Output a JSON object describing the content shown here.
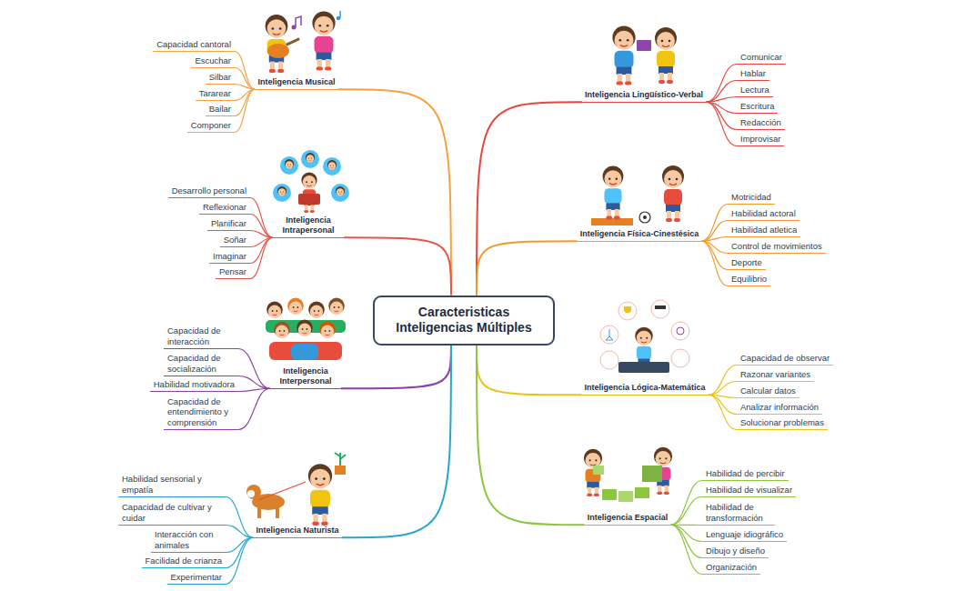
{
  "diagram": {
    "nodes": [
      {
        "text": [
          "Caracteristicas Inteligencias Múltiples"
        ]
      },
      {
        "text": [
          "Inteligencia Musical"
        ]
      },
      {
        "text": [
          "Capacidad cantoral"
        ]
      },
      {
        "text": [
          "Escuchar"
        ]
      },
      {
        "text": [
          "Silbar"
        ]
      },
      {
        "text": [
          "Tararear"
        ]
      },
      {
        "text": [
          "Bailar"
        ]
      },
      {
        "text": [
          "Componer"
        ]
      },
      {
        "text": [
          "Inteligencia Intrapersonal"
        ]
      },
      {
        "text": [
          "Desarrollo personal"
        ]
      },
      {
        "text": [
          "Reflexionar"
        ]
      },
      {
        "text": [
          "Planificar"
        ]
      },
      {
        "text": [
          "Soñar"
        ]
      },
      {
        "text": [
          "Imaginar"
        ]
      },
      {
        "text": [
          "Pensar"
        ]
      },
      {
        "text": [
          "Inteligencia Interpersonal"
        ]
      },
      {
        "text": [
          "Capacidad de interacción"
        ]
      },
      {
        "text": [
          "Capacidad de socialización"
        ]
      },
      {
        "text": [
          "Habilidad motivadora"
        ]
      },
      {
        "text": [
          "Capacidad de entendimiento y comprensión"
        ]
      },
      {
        "text": [
          "Inteligencia Naturista"
        ]
      },
      {
        "text": [
          "Habilidad sensorial y empatía"
        ]
      },
      {
        "text": [
          "Capacidad de cultivar y cuidar"
        ]
      },
      {
        "text": [
          "Interacción con animales"
        ]
      },
      {
        "text": [
          "Facilidad de crianza"
        ]
      },
      {
        "text": [
          "Experimentar"
        ]
      },
      {
        "text": [
          "Inteligencia Lingüístico-Verbal"
        ]
      },
      {
        "text": [
          "Comunicar"
        ]
      },
      {
        "text": [
          "Hablar"
        ]
      },
      {
        "text": [
          "Lectura"
        ]
      },
      {
        "text": [
          "Escritura"
        ]
      },
      {
        "text": [
          "Redacción"
        ]
      },
      {
        "text": [
          "Improvisar"
        ]
      },
      {
        "text": [
          "Inteligencia Física-Cinestésica"
        ]
      },
      {
        "text": [
          "Motricidad"
        ]
      },
      {
        "text": [
          "Habilidad actoral"
        ]
      },
      {
        "text": [
          "Habilidad atletica"
        ]
      },
      {
        "text": [
          "Control de movimientos"
        ]
      },
      {
        "text": [
          "Deporte"
        ]
      },
      {
        "text": [
          "Equilibrio"
        ]
      },
      {
        "text": [
          "Inteligencia Lógica-Matemática"
        ]
      },
      {
        "text": [
          "Capacidad de observar"
        ]
      },
      {
        "text": [
          "Razonar variantes"
        ]
      },
      {
        "text": [
          "Calcular datos"
        ]
      },
      {
        "text": [
          "Analizar información"
        ]
      },
      {
        "text": [
          "Solucionar problemas"
        ]
      },
      {
        "text": [
          "Inteligencia Espacial"
        ]
      },
      {
        "text": [
          "Habilidad de percibir"
        ]
      },
      {
        "text": [
          "Habilidad de visualizar"
        ]
      },
      {
        "text": [
          "Habilidad de transformación"
        ]
      },
      {
        "text": [
          "Lenguaje idiográfico"
        ]
      },
      {
        "text": [
          "Dibujo y diseño"
        ]
      },
      {
        "text": [
          "Organización"
        ]
      }
    ],
    "edges": [
      {
        "from": 0,
        "to": 1,
        "arrow": "none"
      },
      {
        "from": 0,
        "to": 8,
        "arrow": "none"
      },
      {
        "from": 0,
        "to": 15,
        "arrow": "none"
      },
      {
        "from": 0,
        "to": 20,
        "arrow": "none"
      },
      {
        "from": 0,
        "to": 26,
        "arrow": "none"
      },
      {
        "from": 0,
        "to": 33,
        "arrow": "none"
      },
      {
        "from": 0,
        "to": 40,
        "arrow": "none"
      },
      {
        "from": 0,
        "to": 46,
        "arrow": "none"
      },
      {
        "from": 1,
        "to": 2,
        "arrow": "none"
      },
      {
        "from": 1,
        "to": 3,
        "arrow": "none"
      },
      {
        "from": 1,
        "to": 4,
        "arrow": "none"
      },
      {
        "from": 1,
        "to": 5,
        "arrow": "none"
      },
      {
        "from": 1,
        "to": 6,
        "arrow": "none"
      },
      {
        "from": 1,
        "to": 7,
        "arrow": "none"
      },
      {
        "from": 8,
        "to": 9,
        "arrow": "none"
      },
      {
        "from": 8,
        "to": 10,
        "arrow": "none"
      },
      {
        "from": 8,
        "to": 11,
        "arrow": "none"
      },
      {
        "from": 8,
        "to": 12,
        "arrow": "none"
      },
      {
        "from": 8,
        "to": 13,
        "arrow": "none"
      },
      {
        "from": 8,
        "to": 14,
        "arrow": "none"
      },
      {
        "from": 15,
        "to": 16,
        "arrow": "none"
      },
      {
        "from": 15,
        "to": 17,
        "arrow": "none"
      },
      {
        "from": 15,
        "to": 18,
        "arrow": "none"
      },
      {
        "from": 15,
        "to": 19,
        "arrow": "none"
      },
      {
        "from": 20,
        "to": 21,
        "arrow": "none"
      },
      {
        "from": 20,
        "to": 22,
        "arrow": "none"
      },
      {
        "from": 20,
        "to": 23,
        "arrow": "none"
      },
      {
        "from": 20,
        "to": 24,
        "arrow": "none"
      },
      {
        "from": 20,
        "to": 25,
        "arrow": "none"
      },
      {
        "from": 26,
        "to": 27,
        "arrow": "none"
      },
      {
        "from": 26,
        "to": 28,
        "arrow": "none"
      },
      {
        "from": 26,
        "to": 29,
        "arrow": "none"
      },
      {
        "from": 26,
        "to": 30,
        "arrow": "none"
      },
      {
        "from": 26,
        "to": 31,
        "arrow": "none"
      },
      {
        "from": 26,
        "to": 32,
        "arrow": "none"
      },
      {
        "from": 33,
        "to": 34,
        "arrow": "none"
      },
      {
        "from": 33,
        "to": 35,
        "arrow": "none"
      },
      {
        "from": 33,
        "to": 36,
        "arrow": "none"
      },
      {
        "from": 33,
        "to": 37,
        "arrow": "none"
      },
      {
        "from": 33,
        "to": 38,
        "arrow": "none"
      },
      {
        "from": 33,
        "to": 39,
        "arrow": "none"
      },
      {
        "from": 40,
        "to": 41,
        "arrow": "none"
      },
      {
        "from": 40,
        "to": 42,
        "arrow": "none"
      },
      {
        "from": 40,
        "to": 43,
        "arrow": "none"
      },
      {
        "from": 40,
        "to": 44,
        "arrow": "none"
      },
      {
        "from": 40,
        "to": 45,
        "arrow": "none"
      },
      {
        "from": 46,
        "to": 47,
        "arrow": "none"
      },
      {
        "from": 46,
        "to": 48,
        "arrow": "none"
      },
      {
        "from": 46,
        "to": 49,
        "arrow": "none"
      },
      {
        "from": 46,
        "to": 50,
        "arrow": "none"
      },
      {
        "from": 46,
        "to": 51,
        "arrow": "none"
      },
      {
        "from": 46,
        "to": 52,
        "arrow": "none"
      }
    ]
  }
}
